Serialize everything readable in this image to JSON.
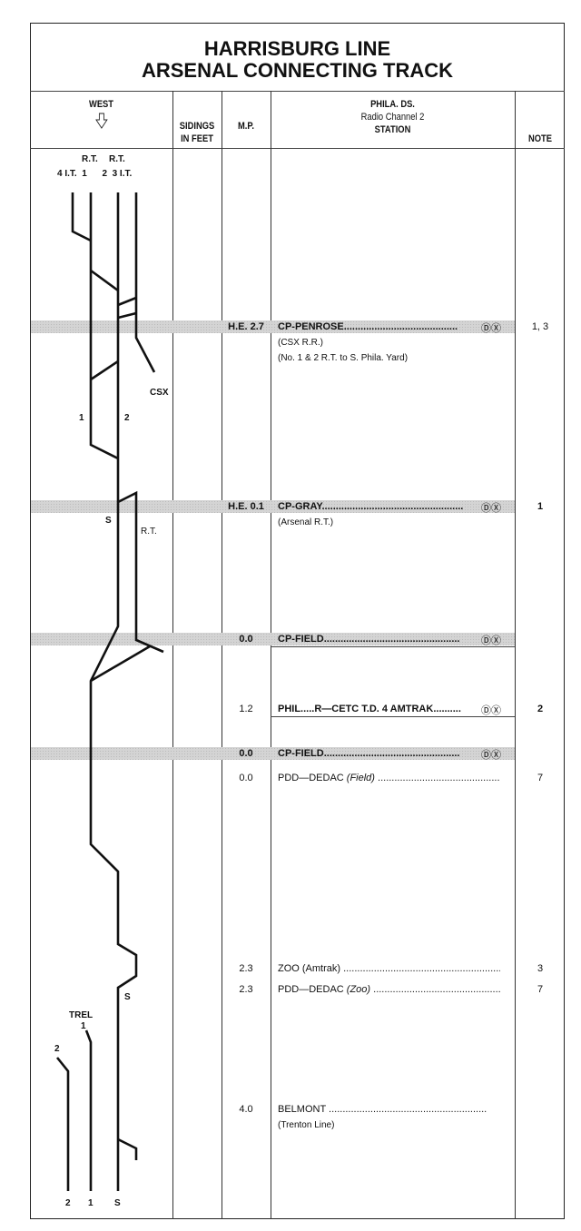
{
  "title": {
    "line1": "HARRISBURG LINE",
    "line2": "ARSENAL CONNECTING TRACK"
  },
  "header": {
    "direction": "WEST",
    "direction_icon": "down-arrow-icon",
    "sidings": [
      "SIDINGS",
      "IN FEET"
    ],
    "mp": "M.P.",
    "dispatcher": "PHILA. DS.",
    "radio": "Radio Channel 2",
    "station": "STATION",
    "note": "NOTE"
  },
  "diagram_labels": {
    "top_rt_a": "R.T.",
    "top_rt_b": "R.T.",
    "top_tracks": "4 I.T.  1      2  3 I.T.",
    "csx": "CSX",
    "t1": "1",
    "t2": "2",
    "s1": "S",
    "rt": "R.T.",
    "s2": "S",
    "trel": "TREL",
    "trel1": "1",
    "trel2": "2",
    "b2": "2",
    "b1": "1",
    "bs": "S"
  },
  "symbols": "ⒹⓍ",
  "rows": [
    {
      "mp": "H.E. 2.7",
      "station": "CP-PENROSE",
      "note": "1, 3",
      "sub": [
        "(CSX R.R.)",
        "(No. 1 & 2 R.T. to S. Phila. Yard)"
      ]
    },
    {
      "mp": "H.E. 0.1",
      "station": "CP-GRAY",
      "note": "1",
      "sub": [
        "(Arsenal R.T.)"
      ]
    },
    {
      "mp": "0.0",
      "station": "CP-FIELD",
      "note": ""
    },
    {
      "mp": "1.2",
      "station": "PHIL.....R—CETC T.D. 4 AMTRAK",
      "note": "2"
    },
    {
      "mp": "0.0",
      "station": "CP-FIELD",
      "note": ""
    },
    {
      "mp": "0.0",
      "station": "PDD—DEDAC",
      "station_italic": "(Field)",
      "note": "7"
    },
    {
      "mp": "2.3",
      "station": "ZOO (Amtrak)",
      "note": "3"
    },
    {
      "mp": "2.3",
      "station": "PDD—DEDAC",
      "station_italic": "(Zoo)",
      "note": "7"
    },
    {
      "mp": "4.0",
      "station": "BELMONT",
      "note": "",
      "sub": [
        "(Trenton Line)"
      ]
    }
  ]
}
